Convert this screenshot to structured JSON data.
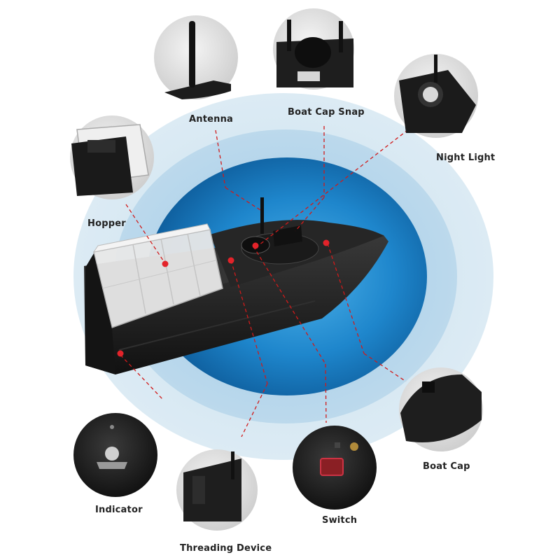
{
  "colors": {
    "ring_outer": "#d6e7f1",
    "ring_mid": "#b9d8ec",
    "center_blue": "#1f86cc",
    "leader_red": "#d11a1a",
    "hull_black": "#1c1c1c",
    "label_text": "#222222"
  },
  "labels": {
    "antenna": "Antenna",
    "boat_cap_snap": "Boat Cap Snap",
    "night_light": "Night Light",
    "hopper": "Hopper",
    "indicator": "Indicator",
    "threading_device": "Threading Device",
    "switch": "Switch",
    "boat_cap": "Boat Cap"
  },
  "detail_icons": {
    "antenna": "antenna-closeup-icon",
    "boat_cap_snap": "cap-snap-closeup-icon",
    "night_light": "night-light-closeup-icon",
    "hopper": "hopper-closeup-icon",
    "indicator": "indicator-closeup-icon",
    "threading_device": "threading-device-closeup-icon",
    "switch": "switch-closeup-icon",
    "boat_cap": "boat-cap-closeup-icon"
  }
}
